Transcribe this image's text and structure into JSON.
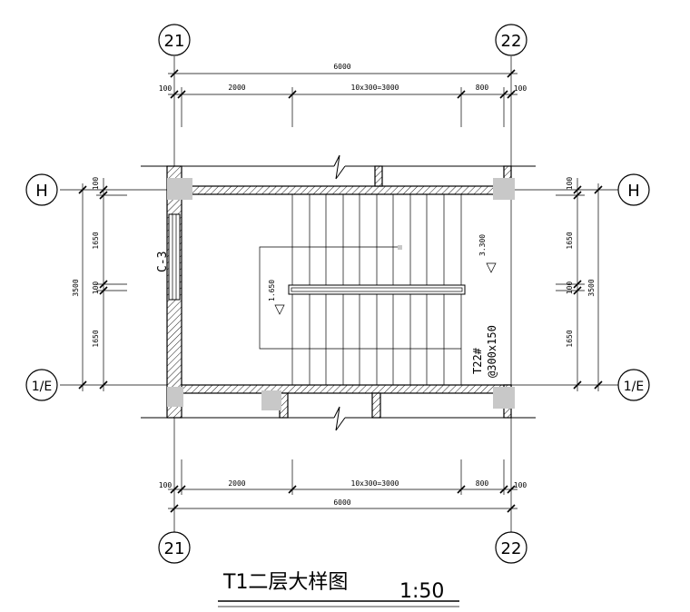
{
  "grid_axes": {
    "top_left": "21",
    "top_right": "22",
    "bottom_left": "21",
    "bottom_right": "22",
    "left_top": "H",
    "left_bottom": "1/E",
    "right_top": "H",
    "right_bottom": "1/E"
  },
  "dims_top": {
    "total": "6000",
    "left_wall": "100",
    "seg1": "2000",
    "seg2": "10x300=3000",
    "seg3": "800",
    "right_wall": "100"
  },
  "dims_bottom": {
    "total": "6000",
    "left_wall": "100",
    "seg1": "2000",
    "seg2": "10x300=3000",
    "seg3": "800",
    "right_wall": "100"
  },
  "dims_left": {
    "top_wall": "100",
    "seg1": "1650",
    "mid": "100",
    "seg2": "1650",
    "total": "3500"
  },
  "dims_right": {
    "top_wall": "100",
    "seg1": "1650",
    "mid": "100",
    "seg2": "1650",
    "total": "3500"
  },
  "annotations": {
    "window_tag": "C-3",
    "landing_low": "1.650",
    "landing_high": "3.300",
    "stair_tag": "T22#",
    "stair_spec": "@300x150"
  },
  "title": {
    "name": "T1二层大样图",
    "scale": "1:50"
  }
}
